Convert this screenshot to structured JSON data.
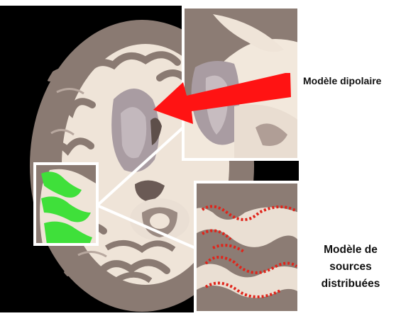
{
  "labels": {
    "dipole_model": "Modèle dipolaire",
    "distributed_model": {
      "line1": "Modèle de",
      "line2": "sources",
      "line3": "distribuées"
    }
  },
  "colors": {
    "background": "#000000",
    "tissue": "#8f7f77",
    "white_matter": "#f1e7dc",
    "arrow": "#ff1313",
    "highlight_region": "#3fe03a",
    "source_marks": "#e0241a",
    "frame": "#ffffff"
  },
  "icons": {
    "arrow": "red-arrow-icon",
    "zoom_frames": "white-frame-icon"
  }
}
